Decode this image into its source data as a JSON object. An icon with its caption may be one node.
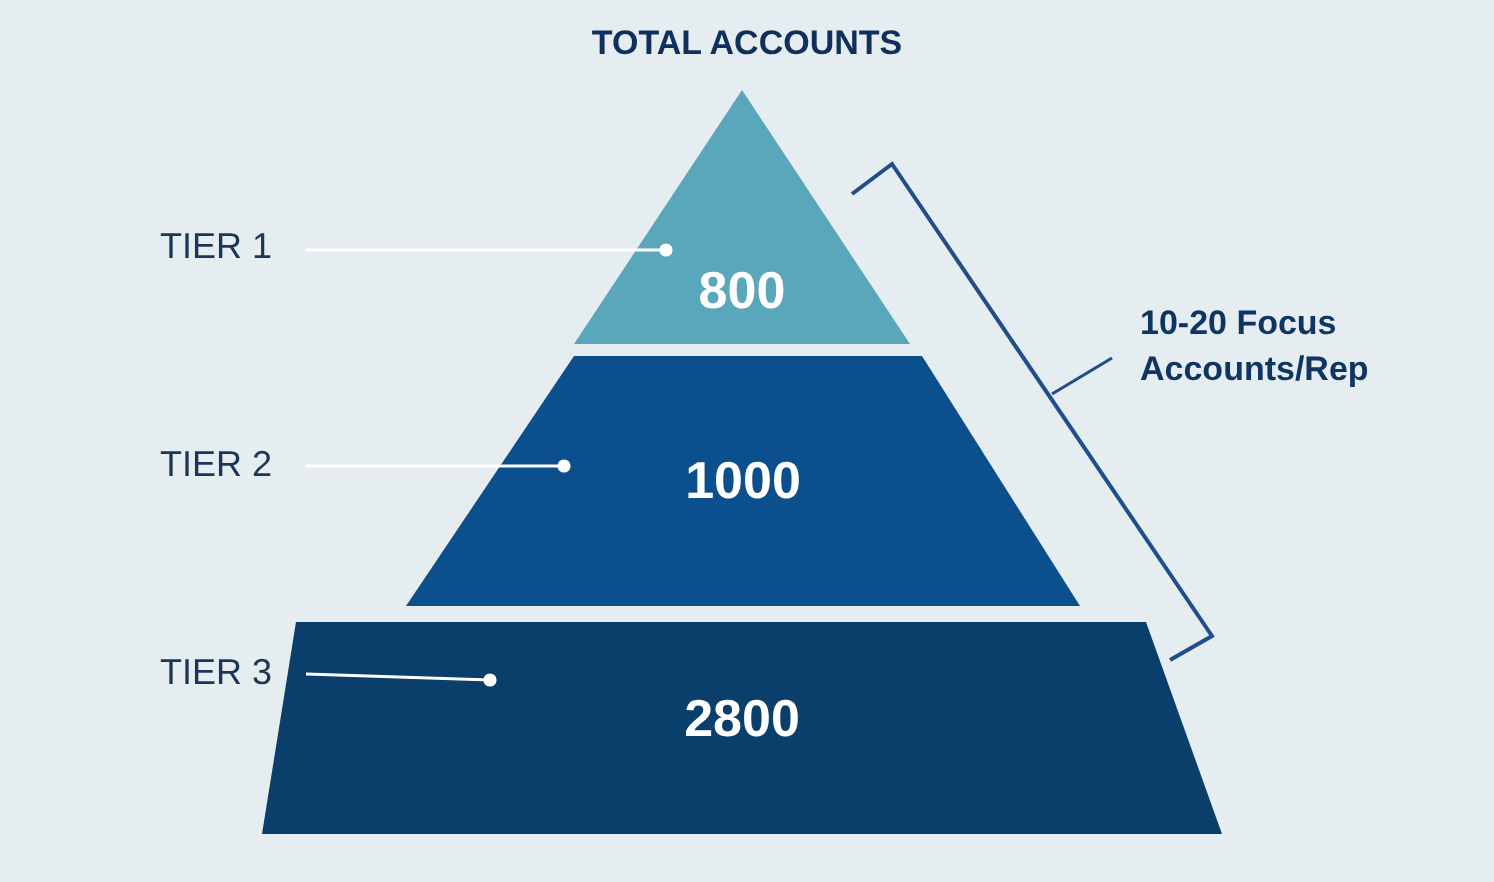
{
  "diagram": {
    "title": "TOTAL ACCOUNTS",
    "nodes": [
      {
        "text": [
          "800"
        ]
      },
      {
        "text": [
          "1000"
        ]
      },
      {
        "text": [
          "2800"
        ]
      },
      {
        "text": [
          "TIER 1"
        ]
      },
      {
        "text": [
          "TIER 2"
        ]
      },
      {
        "text": [
          "TIER 3"
        ]
      },
      {
        "text": [
          "10-20 Focus Accounts/Rep"
        ]
      },
      {
        "text": [],
        "shape": "bracket"
      }
    ],
    "edges": [
      {
        "from": 3,
        "to": 0,
        "arrow": "other"
      },
      {
        "from": 4,
        "to": 1,
        "arrow": "other"
      },
      {
        "from": 5,
        "to": 2,
        "arrow": "other"
      },
      {
        "from": 6,
        "to": 7,
        "arrow": "none",
        "color": "#1f4e8a"
      }
    ]
  }
}
